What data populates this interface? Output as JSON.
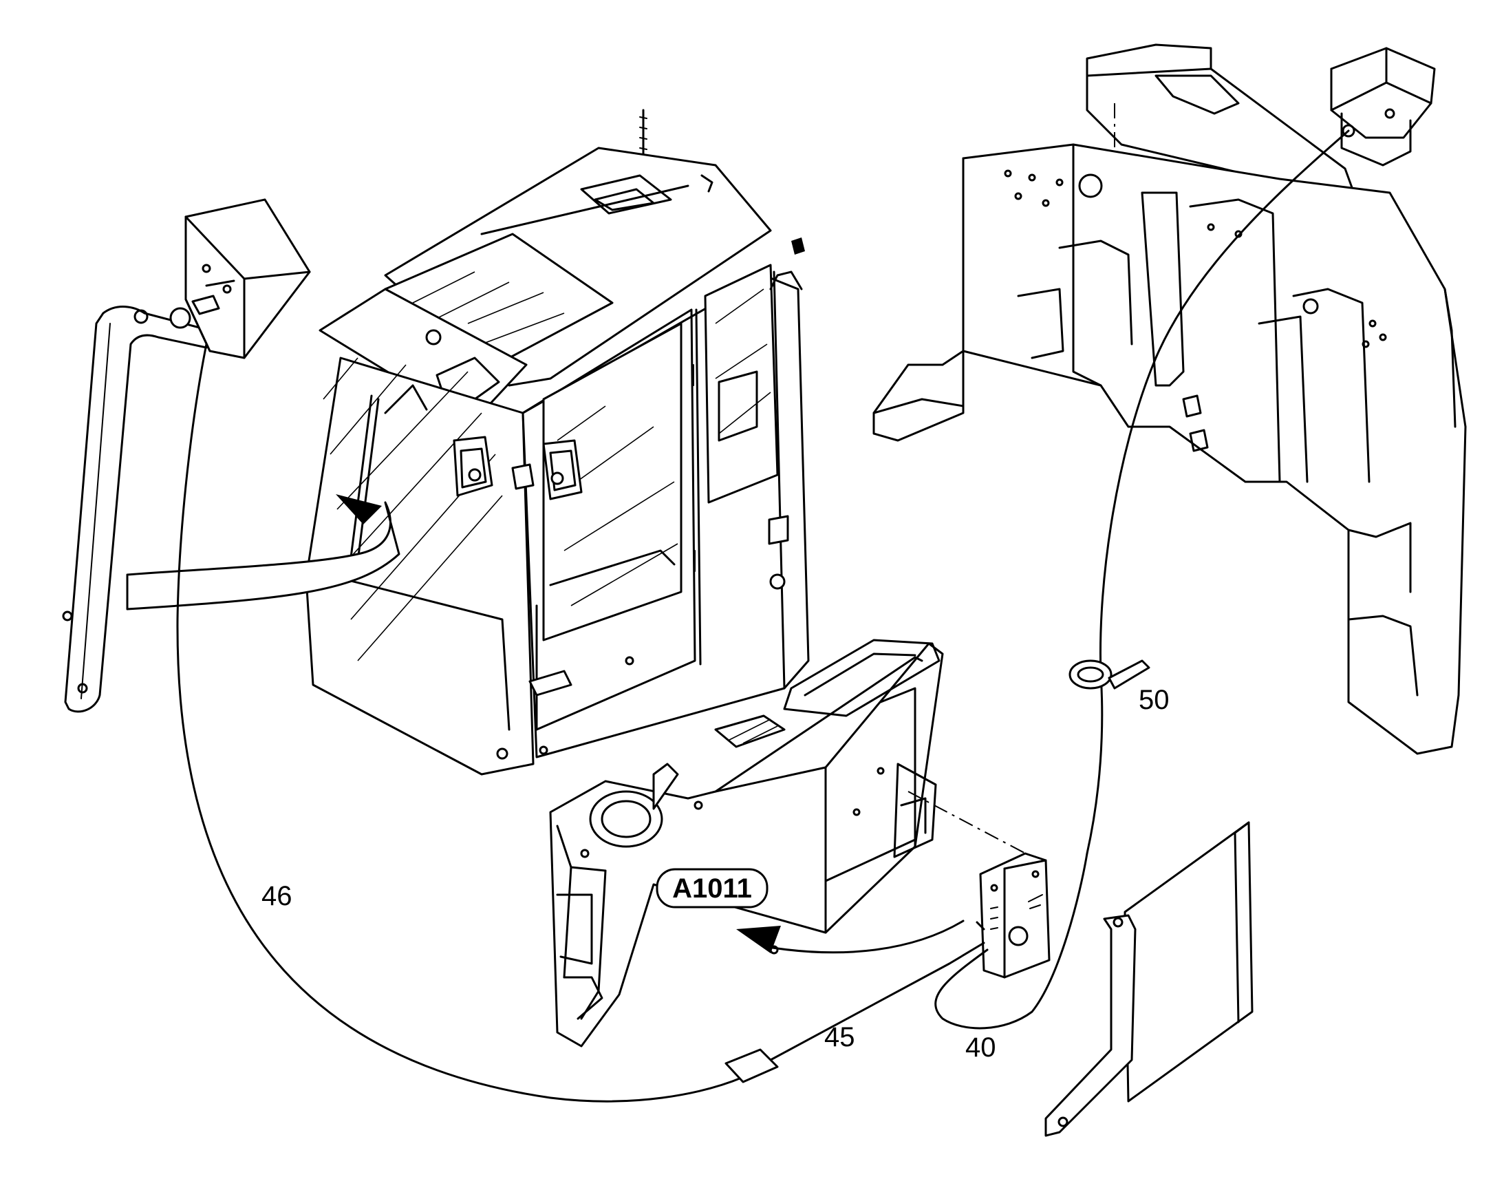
{
  "callouts": {
    "wiring_harness_cab": "46",
    "cable_tie": "50",
    "wiring_harness_short": "45",
    "control_unit": "40"
  },
  "reference_tag": "A1011"
}
